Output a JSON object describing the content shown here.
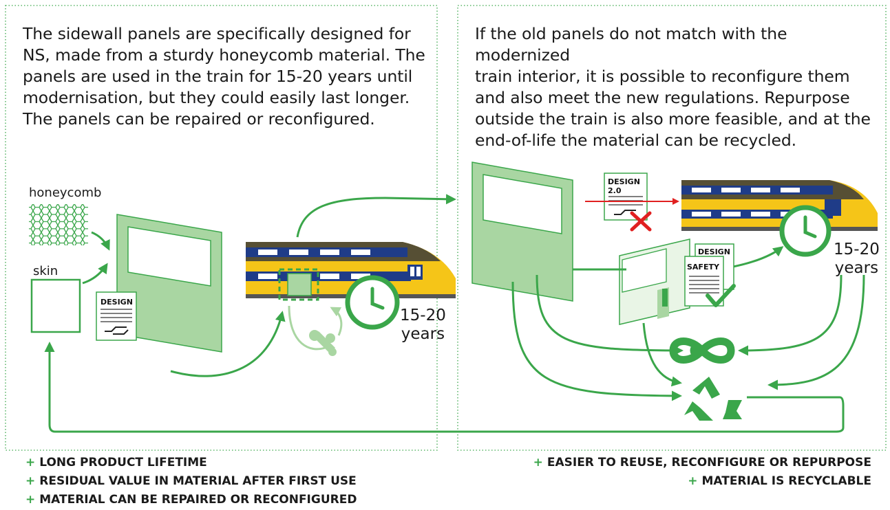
{
  "left_panel": {
    "description_lines": [
      "The sidewall panels are specifically designed for",
      "NS, made from a sturdy honeycomb material. The",
      "panels are used in the train for 15-20 years until",
      "modernisation, but they could easily last longer.",
      "The panels can be repaired or reconfigured."
    ],
    "honeycomb_label": "honeycomb",
    "skin_label": "skin",
    "design_doc_label": "DESIGN",
    "years_value": "15-20",
    "years_unit": "years"
  },
  "right_panel": {
    "description_lines": [
      "If the old panels do not match with the modernized",
      "train interior, it is possible to reconfigure them",
      "and also meet the new regulations. Repurpose",
      "outside the train is also more feasible, and at the",
      "end-of-life the material can be recycled."
    ],
    "design2_label_line1": "DESIGN",
    "design2_label_line2": "2.0",
    "design_doc_label": "DESIGN",
    "safety_doc_label": "SAFETY",
    "years_value": "15-20",
    "years_unit": "years"
  },
  "benefits_left": [
    "LONG PRODUCT LIFETIME",
    "RESIDUAL VALUE IN MATERIAL AFTER FIRST USE",
    "MATERIAL CAN BE REPAIRED OR RECONFIGURED"
  ],
  "benefits_right": [
    "EASIER TO REUSE, RECONFIGURE OR REPURPOSE",
    "MATERIAL IS RECYCLABLE"
  ],
  "plus_symbol": "+",
  "colors": {
    "green": "#3aa64a",
    "light_green": "#a9d6a2",
    "train_yellow": "#f5c518",
    "train_blue": "#1f3c88",
    "red": "#e02020"
  }
}
